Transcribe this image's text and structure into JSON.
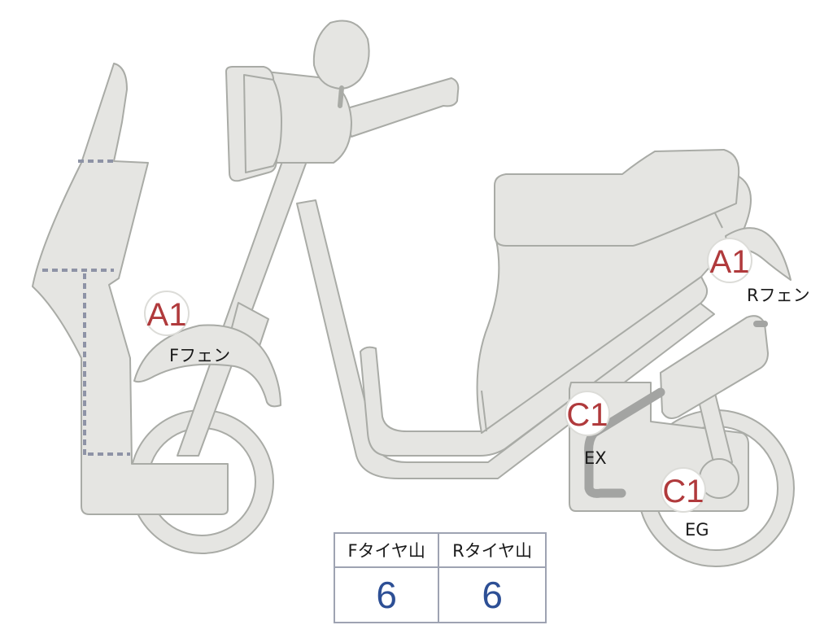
{
  "diagram": {
    "markers": [
      {
        "id": "front-fender",
        "code": "A1",
        "label": "Fフェン"
      },
      {
        "id": "rear-fender",
        "code": "A1",
        "label": "Rフェン"
      },
      {
        "id": "exhaust",
        "code": "C1",
        "label": "EX"
      },
      {
        "id": "engine",
        "code": "C1",
        "label": "EG"
      }
    ]
  },
  "tire_table": {
    "headers": [
      "Fタイヤ山",
      "Rタイヤ山"
    ],
    "values": [
      "6",
      "6"
    ]
  },
  "colors": {
    "body_fill": "#e5e5e2",
    "outline": "#a9aba6",
    "dotted_marks": "#8e93a6",
    "marker_code": "#b03a3c",
    "table_value": "#2d4f95"
  }
}
